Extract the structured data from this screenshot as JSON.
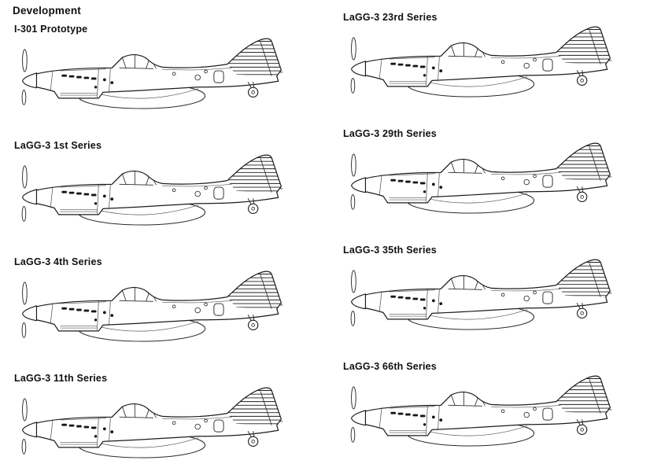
{
  "title": "Development",
  "variants": [
    {
      "label": "I-301 Prototype"
    },
    {
      "label": "LaGG-3 1st Series"
    },
    {
      "label": "LaGG-3 4th Series"
    },
    {
      "label": "LaGG-3 11th Series"
    },
    {
      "label": "LaGG-3 23rd Series"
    },
    {
      "label": "LaGG-3 29th Series"
    },
    {
      "label": "LaGG-3 35th Series"
    },
    {
      "label": "LaGG-3 66th Series"
    }
  ],
  "colors": {
    "ink": "#1c1c1c",
    "background": "#ffffff"
  }
}
